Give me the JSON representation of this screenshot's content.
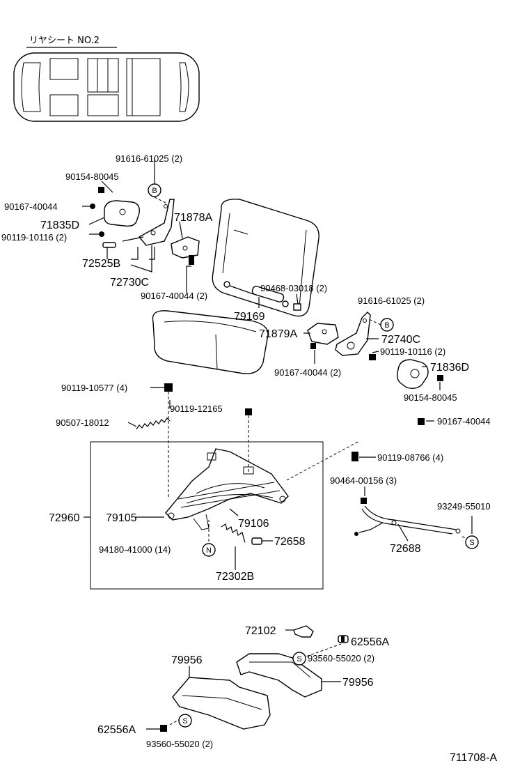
{
  "header": {
    "title": "リヤシート NO.2"
  },
  "footer": {
    "figure_id": "711708-A"
  },
  "markers": {
    "b": "B",
    "n": "N",
    "s": "S"
  },
  "labels": {
    "l_91616_61025_top": "91616-61025 (2)",
    "l_90154_80045_top": "90154-80045",
    "l_90167_40044_top": "90167-40044",
    "l_71835D": "71835D",
    "l_90119_10116_left": "90119-10116 (2)",
    "l_71878A": "71878A",
    "l_72525B": "72525B",
    "l_72730C": "72730C",
    "l_90167_40044_2_mid": "90167-40044 (2)",
    "l_90468_03018": "90468-03018 (2)",
    "l_79169": "79169",
    "l_71879A": "71879A",
    "l_91616_61025_right": "91616-61025 (2)",
    "l_72740C": "72740C",
    "l_90119_10116_right": "90119-10116 (2)",
    "l_90167_40044_2_right": "90167-40044 (2)",
    "l_71836D": "71836D",
    "l_90154_80045_right": "90154-80045",
    "l_90167_40044_right": "90167-40044",
    "l_90119_10577": "90119-10577 (4)",
    "l_90119_12165": "90119-12165",
    "l_90507_18012": "90507-18012",
    "l_90119_08766": "90119-08766 (4)",
    "l_90464_00156": "90464-00156 (3)",
    "l_93249_55010": "93249-55010",
    "l_72960": "72960",
    "l_79105": "79105",
    "l_79106": "79106",
    "l_94180_41000": "94180-41000 (14)",
    "l_72658": "72658",
    "l_72302B": "72302B",
    "l_72688": "72688",
    "l_72102": "72102",
    "l_62556A_right": "62556A",
    "l_93560_55020_right": "93560-55020 (2)",
    "l_79956_left": "79956",
    "l_79956_right": "79956",
    "l_62556A_left": "62556A",
    "l_93560_55020_bottom": "93560-55020 (2)"
  }
}
